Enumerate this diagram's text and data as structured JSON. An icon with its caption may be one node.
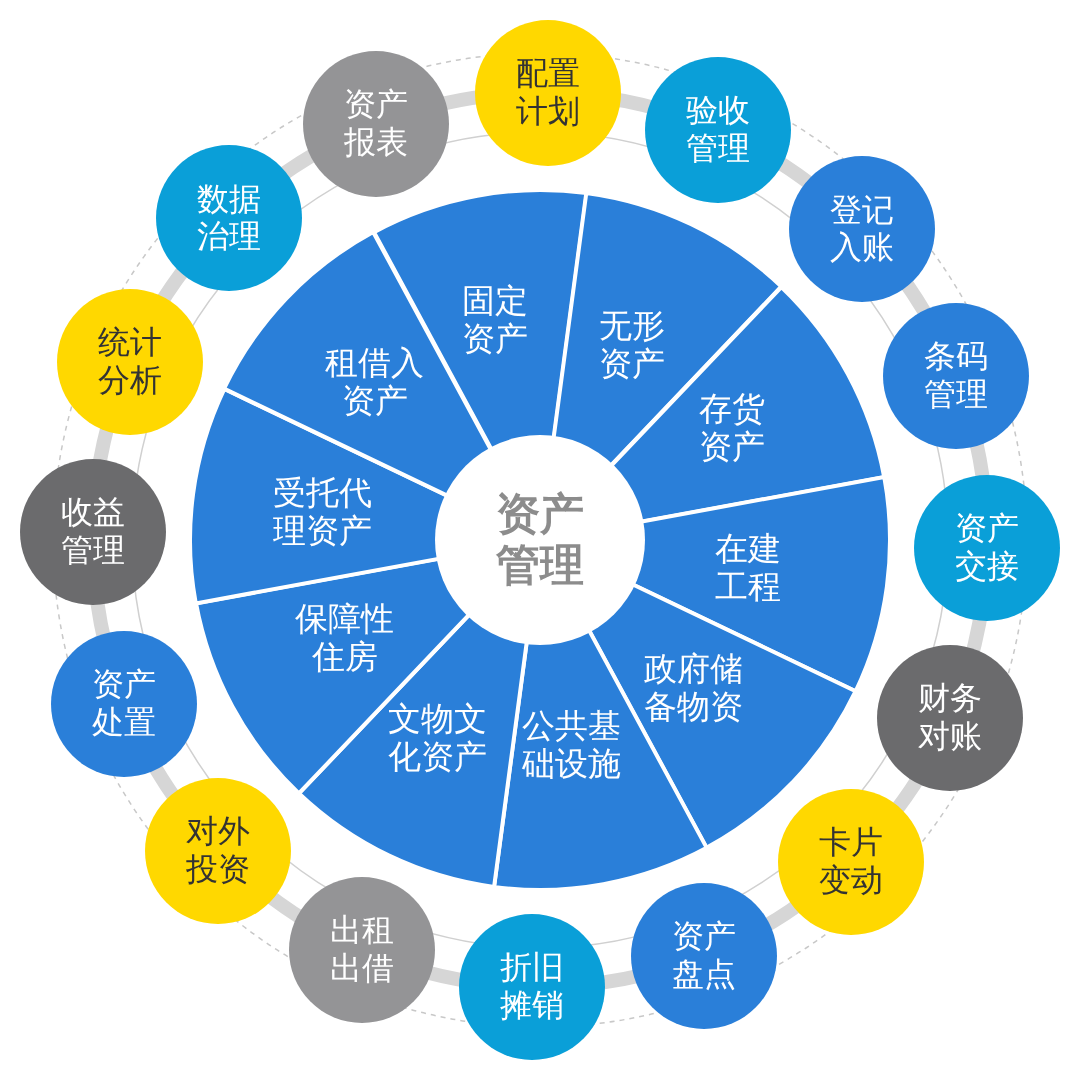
{
  "diagram": {
    "nodes": [
      {
        "text": [
          "资产管理"
        ]
      },
      {
        "text": [
          "固定资产"
        ]
      },
      {
        "text": [
          "无形资产"
        ]
      },
      {
        "text": [
          "存货资产"
        ]
      },
      {
        "text": [
          "在建工程"
        ]
      },
      {
        "text": [
          "政府储备物资"
        ]
      },
      {
        "text": [
          "公共基础设施"
        ]
      },
      {
        "text": [
          "文物文化资产"
        ]
      },
      {
        "text": [
          "保障性住房"
        ]
      },
      {
        "text": [
          "受托代理资产"
        ]
      },
      {
        "text": [
          "租借入资产"
        ]
      },
      {
        "text": [
          "配置计划"
        ]
      },
      {
        "text": [
          "验收管理"
        ]
      },
      {
        "text": [
          "登记入账"
        ]
      },
      {
        "text": [
          "条码管理"
        ]
      },
      {
        "text": [
          "资产交接"
        ]
      },
      {
        "text": [
          "财务对账"
        ]
      },
      {
        "text": [
          "卡片变动"
        ]
      },
      {
        "text": [
          "资产盘点"
        ]
      },
      {
        "text": [
          "折旧摊销"
        ]
      },
      {
        "text": [
          "出租出借"
        ]
      },
      {
        "text": [
          "对外投资"
        ]
      },
      {
        "text": [
          "资产处置"
        ]
      },
      {
        "text": [
          "收益管理"
        ]
      },
      {
        "text": [
          "统计分析"
        ]
      },
      {
        "text": [
          "数据治理"
        ]
      },
      {
        "text": [
          "资产报表"
        ]
      }
    ]
  }
}
